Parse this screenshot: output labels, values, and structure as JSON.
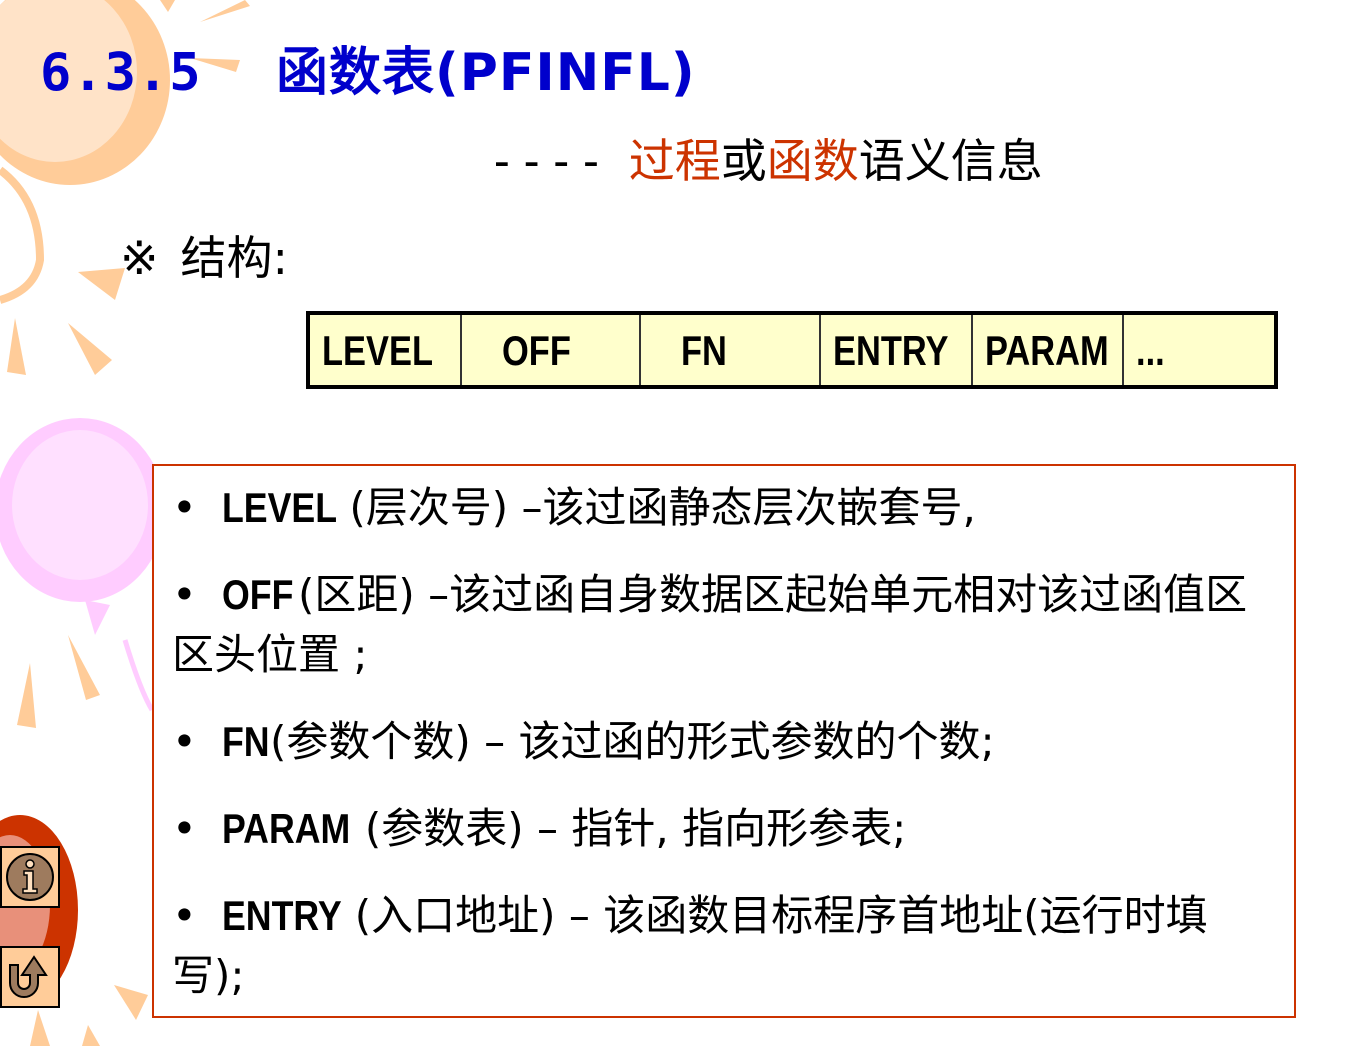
{
  "title": {
    "number": "6.3.5",
    "text": "函数表(PFINFL)"
  },
  "subtitle": {
    "dashes": "----",
    "parts": [
      {
        "text": "过程",
        "color": "#cc3300"
      },
      {
        "text": "或",
        "color": "#000000"
      },
      {
        "text": "函数",
        "color": "#cc3300"
      },
      {
        "text": "语义信息",
        "color": "#000000"
      }
    ]
  },
  "structure": {
    "mark": "※",
    "label": "结构:",
    "fields": [
      "LEVEL",
      "OFF",
      "FN",
      "ENTRY",
      "PARAM",
      "..."
    ],
    "cell_background": "#ffffcc"
  },
  "descriptions": [
    {
      "bullet": "•",
      "key": "LEVEL",
      "text": "(层次号) –该过函静态层次嵌套号,"
    },
    {
      "bullet": "•",
      "key": "OFF",
      "text": "(区距) –该过函自身数据区起始单元相对该过函值区区头位置 ;"
    },
    {
      "bullet": "•",
      "key": "FN",
      "text": "(参数个数) – 该过函的形式参数的个数;"
    },
    {
      "bullet": "•",
      "key": "PARAM",
      "text": "(参数表) – 指针, 指向形参表;"
    },
    {
      "bullet": "•",
      "key": "ENTRY",
      "text": "(入口地址) – 该函数目标程序首地址(运行时填写);"
    }
  ],
  "nav": {
    "info_icon": "info-icon",
    "return_icon": "return-arrow-icon"
  },
  "colors": {
    "title": "#0000cc",
    "accent": "#cc3300",
    "box_border": "#cc3300",
    "nav_bg": "#ffcc99"
  }
}
